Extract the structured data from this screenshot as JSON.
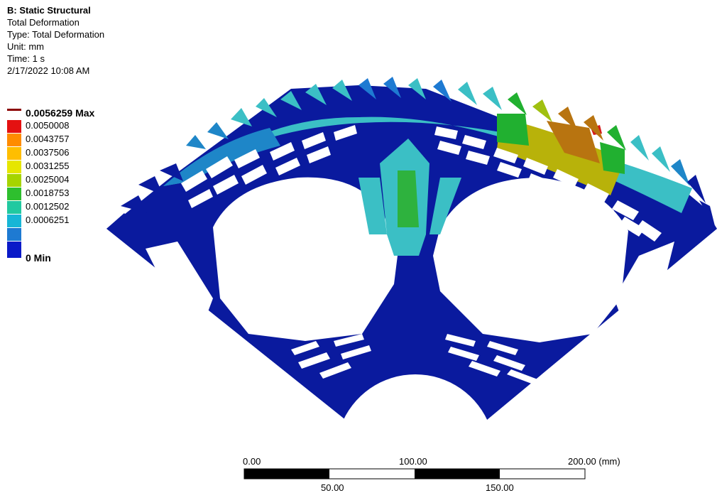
{
  "header": {
    "analysis": "B: Static Structural",
    "result": "Total Deformation",
    "type": "Type: Total Deformation",
    "unit": "Unit: mm",
    "time": "Time: 1 s",
    "date": "2/17/2022 10:08 AM"
  },
  "legend": {
    "max_label": "0.0056259 Max",
    "min_label": "0 Min",
    "levels": [
      "0.0050008",
      "0.0043757",
      "0.0037506",
      "0.0031255",
      "0.0025004",
      "0.0018753",
      "0.0012502",
      "0.0006251"
    ],
    "colors": [
      "#e41111",
      "#ff8c00",
      "#ffbe00",
      "#e6e600",
      "#a6d400",
      "#2ebf2e",
      "#21c9a0",
      "#17b6d6",
      "#1e7ad2",
      "#0a1ac8"
    ]
  },
  "scale_bar": {
    "top_labels": [
      "0.00",
      "100.00",
      "200.00 (mm)"
    ],
    "bottom_labels": [
      "50.00",
      "150.00"
    ]
  },
  "colors": {
    "min": "#0a1aa0",
    "low": "#1f8fc0",
    "mid_cyan": "#3cc4c4",
    "mid_green": "#2eb23e",
    "high_yellow": "#c8b400",
    "max_red": "#e41111"
  }
}
